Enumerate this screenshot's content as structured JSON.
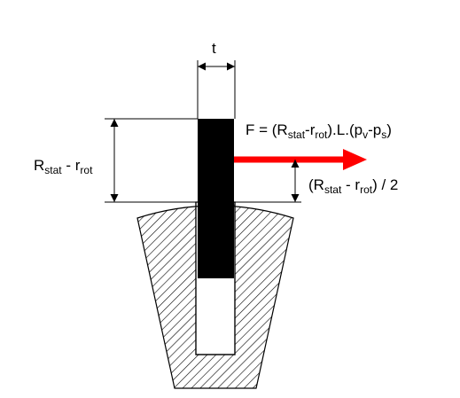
{
  "labels": {
    "thickness": "t",
    "height": {
      "main": "R",
      "sub1": "stat",
      "mid": " - r",
      "sub2": "rot"
    },
    "force": {
      "p1": "F = (R",
      "s1": "stat",
      "p2": "-r",
      "s2": "rot",
      "p3": ").L.(p",
      "s3": "v",
      "p4": "-p",
      "s4": "s",
      "p5": ")"
    },
    "lever": {
      "p1": "(R",
      "s1": "stat",
      "p2": " - r",
      "s2": "rot",
      "p3": ") / 2"
    }
  },
  "colors": {
    "force_arrow": "#ff0000",
    "blade": "#000000",
    "line": "#000000",
    "background": "#ffffff"
  }
}
